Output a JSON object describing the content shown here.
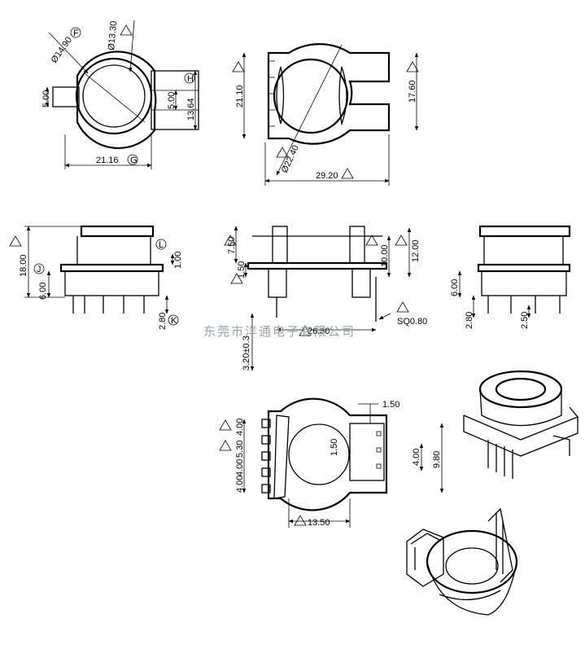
{
  "watermark": "东莞市洋通电子有限公司",
  "top_view": {
    "d_outer": "Ø14.90",
    "d_inner": "Ø13.30",
    "left_slot": "5.00",
    "right_slot": "5.00",
    "height": "13.64",
    "width": "21.16",
    "tag_f": "F",
    "tag_g": "G",
    "tag_h": "H"
  },
  "front_top": {
    "h1": "21.10",
    "h2": "17.60",
    "dia": "Ø22.40",
    "width": "29.20"
  },
  "side_left": {
    "total_h": "18.00",
    "pin_h": "6.00",
    "flange": "1.00",
    "pin_len": "2.80",
    "tag_j": "J",
    "tag_l": "L",
    "tag_k": "K"
  },
  "side_mid": {
    "top": "7.50",
    "plate": "1.50",
    "h10": "10.00",
    "h12": "12.00",
    "pitch": "26.30",
    "pin_sq": "SQ0.80",
    "pin_off": "3.20±0.3"
  },
  "side_right": {
    "pin_h": "6.00",
    "pin_len": "2.80",
    "pin_off": "2.50"
  },
  "bottom_view": {
    "p1": "4.00",
    "p2": "5.30",
    "p3": "4.00",
    "p4": "4.00",
    "slot_w": "1.50",
    "slot_c": "1.50",
    "h4": "4.00",
    "h98": "9.80",
    "width": "13.50"
  },
  "tri": "1"
}
